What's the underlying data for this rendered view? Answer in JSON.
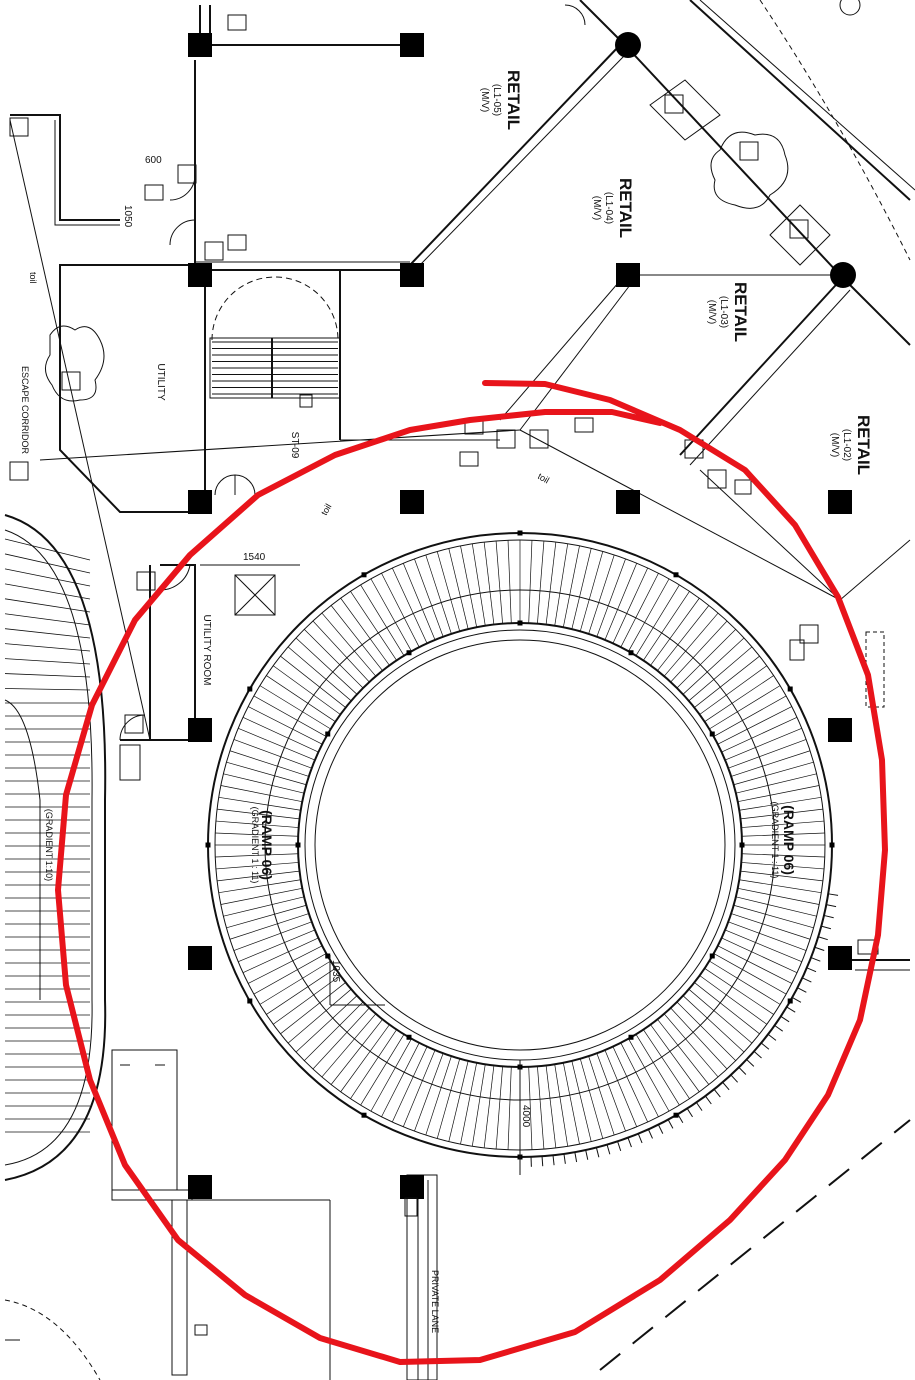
{
  "retail_units": [
    {
      "name": "RETAIL",
      "code": "(L1-05)",
      "type": "(M/V)"
    },
    {
      "name": "RETAIL",
      "code": "(L1-04)",
      "type": "(M/V)"
    },
    {
      "name": "RETAIL",
      "code": "(L1-03)",
      "type": "(M/V)"
    },
    {
      "name": "RETAIL",
      "code": "(L1-02)",
      "type": "(M/V)"
    }
  ],
  "rooms": {
    "utility": "UTILITY",
    "utility_room": "UTILITY ROOM",
    "stair": "ST-09",
    "escape_corridor": "ESCAPE CORRIDOR"
  },
  "ramps": {
    "left_label": "(RAMP 06)",
    "left_gradient": "(GRADIENT 1 : 11)",
    "right_label": "(RAMP 06)",
    "right_gradient": "(GRADIENT 1 : 11)",
    "far_left_gradient": "(GRADIENT 1:10)"
  },
  "dimensions": {
    "d600": "600",
    "d1050": "1050",
    "d1540": "1540",
    "d1035": "1035",
    "d4000": "4000"
  },
  "misc_labels": {
    "toilet": "toil",
    "private_lane": "PRIVATE LANE"
  },
  "markup_color": "#e8141b"
}
